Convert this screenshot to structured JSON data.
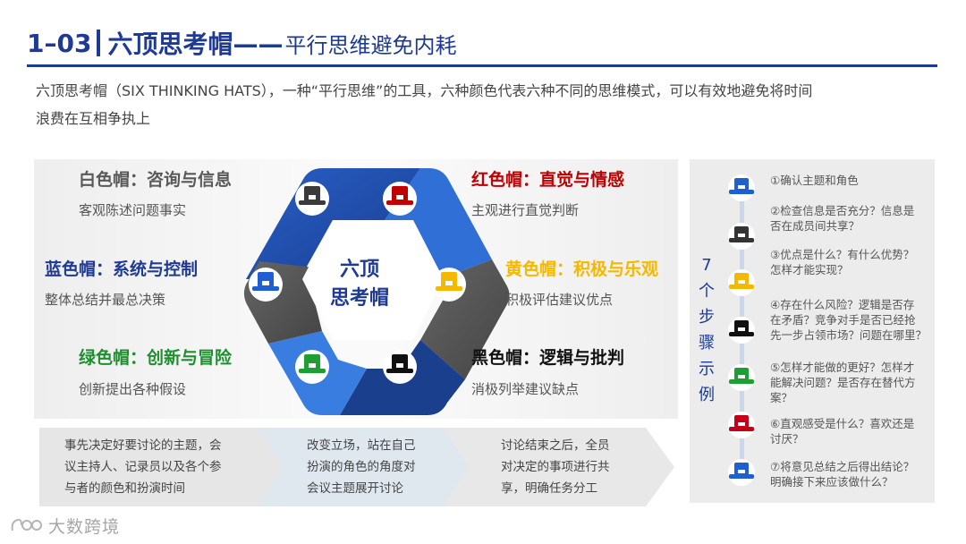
{
  "header": {
    "number": "1–03",
    "title": "六顶思考帽——",
    "subtitle": "平行思维避免内耗"
  },
  "intro": {
    "line1": "六顶思考帽（SIX THINKING HATS），一种“平行思维”的工具，六种颜色代表六种不同的思维模式，可以有效地避免将时间",
    "line2": "浪费在互相争执上"
  },
  "center": {
    "line1": "六顶",
    "line2": "思考帽"
  },
  "hats": [
    {
      "caption": "白色帽：咨询与信息",
      "desc": "客观陈述问题事实",
      "color": "#595959"
    },
    {
      "caption": "红色帽：直觉与情感",
      "desc": "主观进行直觉判断",
      "color": "#c00000"
    },
    {
      "caption": "蓝色帽：系统与控制",
      "desc": "整体总结并最总决策",
      "color": "#1f3a93"
    },
    {
      "caption": "黄色帽：积极与乐观",
      "desc": "积极评估建议优点",
      "color": "#f5b800"
    },
    {
      "caption": "绿色帽：创新与冒险",
      "desc": "创新提出各种假设",
      "color": "#1e8f2f"
    },
    {
      "caption": "黑色帽：逻辑与批判",
      "desc": "消极列举建议缺点",
      "color": "#111111"
    }
  ],
  "flow": [
    {
      "line1": "事先决定好要讨论的主题，会",
      "line2": "议主持人、记录员以及各个参",
      "line3": "与者的颜色和扮演时间"
    },
    {
      "line1": "改变立场，站在自己",
      "line2": "扮演的角色的角度对",
      "line3": "会议主题展开讨论"
    },
    {
      "line1": "讨论结束之后，全员",
      "line2": "对决定的事项进行共",
      "line3": "享，明确任务分工"
    }
  ],
  "steps_label": [
    "7",
    "个",
    "步",
    "骤",
    "示",
    "例"
  ],
  "steps": [
    {
      "lines": [
        "①确认主题和角色"
      ],
      "hat_color": "#1f5fd1"
    },
    {
      "lines": [
        "②检查信息是否充分？信息是",
        "否在成员间共享？"
      ],
      "hat_color": "#333333"
    },
    {
      "lines": [
        "③优点是什么？有什么优势？",
        "怎样才能实现？"
      ],
      "hat_color": "#f5b800"
    },
    {
      "lines": [
        "④存在什么风险？逻辑是否存",
        "在矛盾？竞争对手是否已经抢",
        "先一步占领市场？问题在哪里？"
      ],
      "hat_color": "#111111"
    },
    {
      "lines": [
        "⑤怎样才能做的更好？怎样才",
        "能解决问题？是否存在替代方",
        "案？"
      ],
      "hat_color": "#1e9e35"
    },
    {
      "lines": [
        "⑥直观感受是什么？喜欢还是",
        "讨厌？"
      ],
      "hat_color": "#c4001a"
    },
    {
      "lines": [
        "⑦将意见总结之后得出结论？",
        "明确接下来应该做什么？"
      ],
      "hat_color": "#1f5fd1"
    }
  ],
  "watermark": {
    "text": "大数跨境"
  },
  "colors": {
    "brand": "#1f3a93",
    "hex_blue": "#1f4fb0",
    "hex_gray": "#555555"
  }
}
